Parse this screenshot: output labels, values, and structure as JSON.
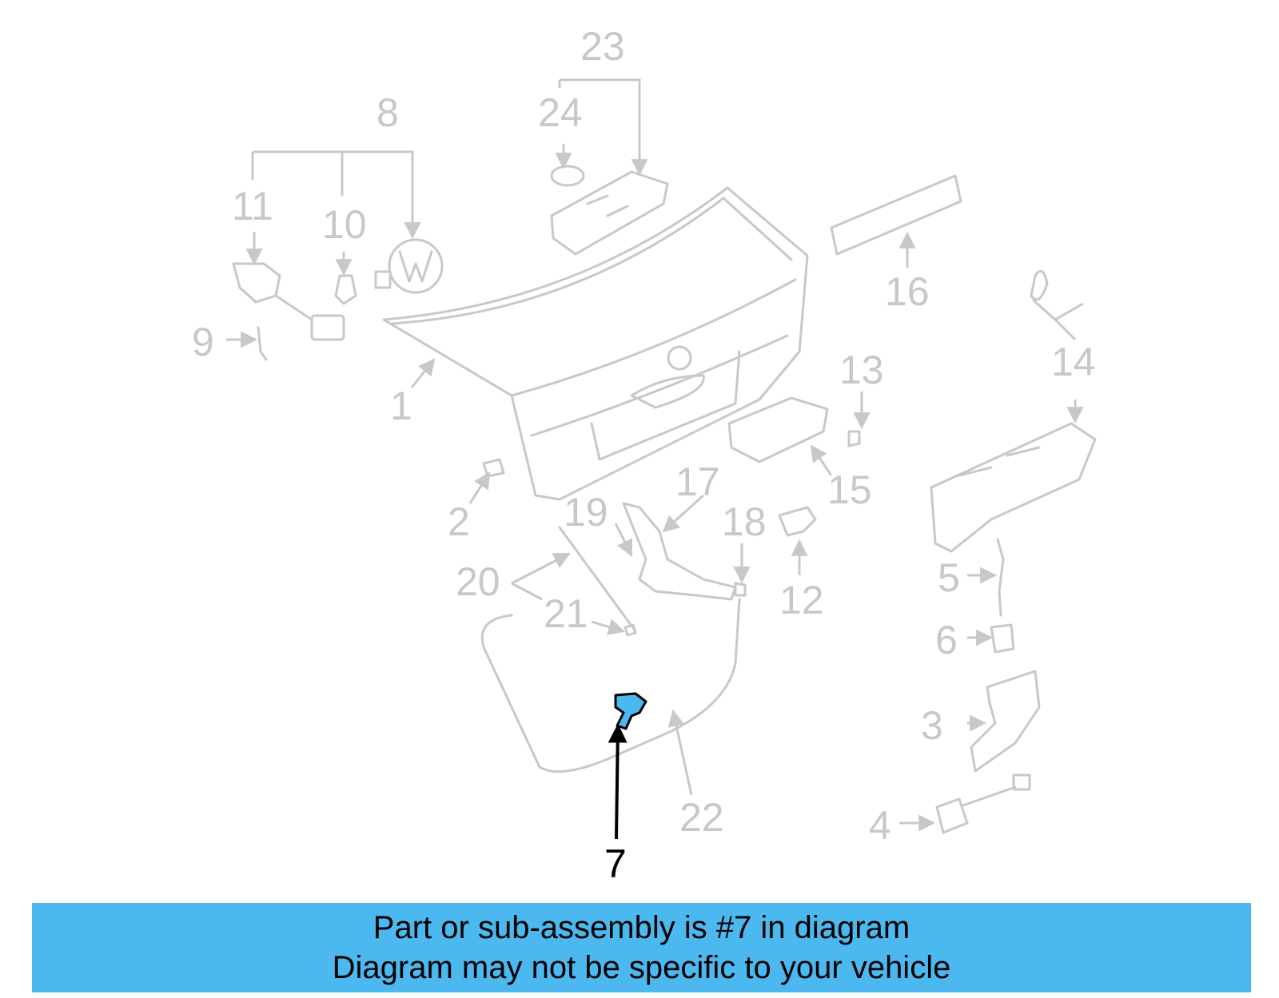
{
  "diagram": {
    "callouts": [
      {
        "id": "1",
        "text": "1"
      },
      {
        "id": "2",
        "text": "2"
      },
      {
        "id": "3",
        "text": "3"
      },
      {
        "id": "4",
        "text": "4"
      },
      {
        "id": "5",
        "text": "5"
      },
      {
        "id": "6",
        "text": "6"
      },
      {
        "id": "7",
        "text": "7",
        "highlighted": true
      },
      {
        "id": "8",
        "text": "8"
      },
      {
        "id": "9",
        "text": "9"
      },
      {
        "id": "10",
        "text": "10"
      },
      {
        "id": "11",
        "text": "11"
      },
      {
        "id": "12",
        "text": "12"
      },
      {
        "id": "13",
        "text": "13"
      },
      {
        "id": "14",
        "text": "14"
      },
      {
        "id": "15",
        "text": "15"
      },
      {
        "id": "16",
        "text": "16"
      },
      {
        "id": "17",
        "text": "17"
      },
      {
        "id": "18",
        "text": "18"
      },
      {
        "id": "19",
        "text": "19"
      },
      {
        "id": "20",
        "text": "20"
      },
      {
        "id": "21",
        "text": "21"
      },
      {
        "id": "22",
        "text": "22"
      },
      {
        "id": "23",
        "text": "23"
      },
      {
        "id": "24",
        "text": "24"
      }
    ],
    "colors": {
      "part_lines": "#c8c8c8",
      "highlight_part": "#4cb8f0",
      "highlight_label": "#000000"
    }
  },
  "banner": {
    "line1": "Part or sub-assembly is #7 in diagram",
    "line2": "Diagram may not be specific to your vehicle",
    "background": "#4cb8f0"
  }
}
